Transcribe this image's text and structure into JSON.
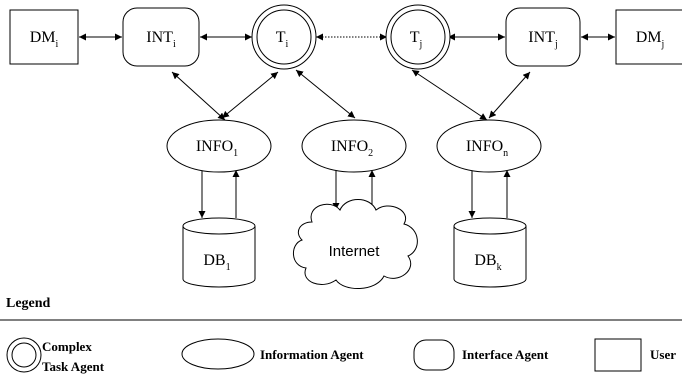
{
  "nodes": {
    "dm_i": {
      "base": "DM",
      "sub": "i"
    },
    "int_i": {
      "base": "INT",
      "sub": "i"
    },
    "t_i": {
      "base": "T",
      "sub": "i"
    },
    "t_j": {
      "base": "T",
      "sub": "j"
    },
    "int_j": {
      "base": "INT",
      "sub": "j"
    },
    "dm_j": {
      "base": "DM",
      "sub": "j"
    },
    "info_1": {
      "base": "INFO",
      "sub": "1"
    },
    "info_2": {
      "base": "INFO",
      "sub": "2"
    },
    "info_n": {
      "base": "INFO",
      "sub": "n"
    },
    "db_1": {
      "base": "DB",
      "sub": "1"
    },
    "internet": {
      "label": "Internet"
    },
    "db_k": {
      "base": "DB",
      "sub": "k"
    }
  },
  "legend": {
    "title": "Legend",
    "complex_line1": "Complex",
    "complex_line2": "Task Agent",
    "information": "Information Agent",
    "interface": "Interface Agent",
    "user": "User"
  }
}
